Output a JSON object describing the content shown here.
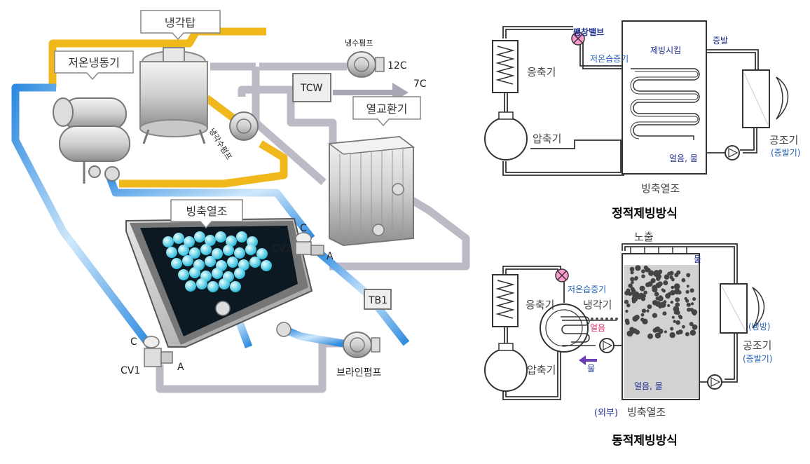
{
  "left_diagram": {
    "callouts": {
      "cooling_tower": "냉각탑",
      "low_temp_chiller": "저온냉동기",
      "heat_exchanger": "열교환기",
      "ice_storage_tank": "빙축열조"
    },
    "labels": {
      "chilled_water_pump": "냉수펌프",
      "temp_12c": "12C",
      "tcw": "TCW",
      "temp_7c": "7C",
      "cooling_water_pump": "냉각수펌프",
      "valve_c_upper": "C",
      "cv2": "CV2",
      "valve_a_upper": "A",
      "tb1": "TB1",
      "valve_c_lower": "C",
      "cv1": "CV1",
      "valve_a_lower": "A",
      "brine_pump": "브라인펌프"
    },
    "colors": {
      "cooling_pipe": "#f0b81a",
      "brine_pipe": "#3a9ae0",
      "chilled_pipe": "#b9b6c3"
    }
  },
  "static_diagram": {
    "labels": {
      "expansion_valve": "팽창밸브",
      "condenser": "응축기",
      "low_temp_evaporator": "저온습증기",
      "icing_tube": "제빙시킴",
      "evaporation": "증발",
      "compressor": "압축기",
      "air_handler": "공조기",
      "air_handler_sub": "(증발기)",
      "ice_water": "얼음, 물",
      "ice_tank": "빙축열조"
    },
    "caption": "정적제빙방식"
  },
  "dynamic_diagram": {
    "labels": {
      "spray": "노출",
      "water_top": "물",
      "low_temp_evaporator": "저온습증기",
      "cooler": "냉각기",
      "condenser": "응축기",
      "ice_red": "얼음",
      "cooling_mode": "(냉방)",
      "water_left": "물",
      "compressor": "압축기",
      "air_handler": "공조기",
      "air_handler_sub": "(증발기)",
      "ice_water": "얼음, 물",
      "ice_tank_prefix": "(외부)",
      "ice_tank": "빙축열조"
    },
    "caption": "동적제빙방식"
  }
}
